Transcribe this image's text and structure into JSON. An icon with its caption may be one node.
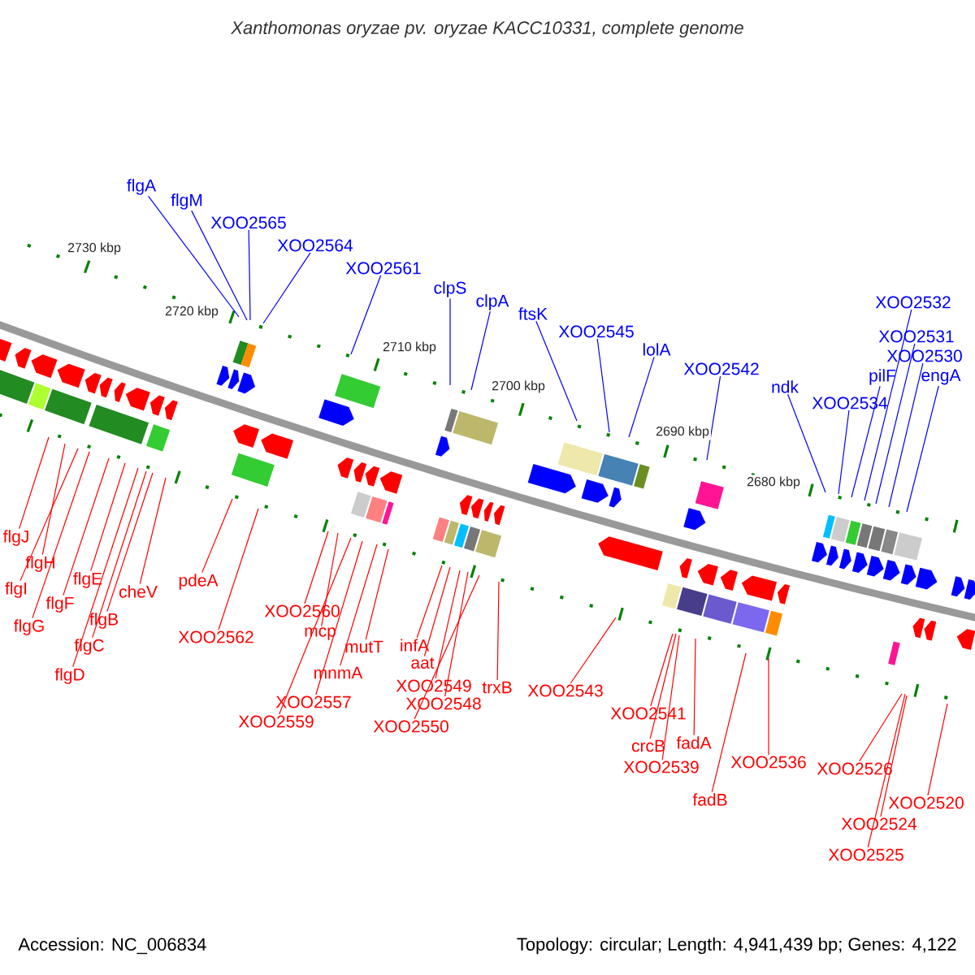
{
  "diagram": {
    "title": "Xanthomonas oryzae pv. oryzae KACC10331, complete genome",
    "nodes": [
      {
        "text": [
          "flgA"
        ]
      },
      {
        "text": [
          "flgM"
        ]
      },
      {
        "text": [
          "XOO2565"
        ]
      },
      {
        "text": [
          "XOO2564"
        ]
      },
      {
        "text": [
          "XOO2561"
        ]
      },
      {
        "text": [
          "clpS"
        ]
      },
      {
        "text": [
          "clpA"
        ]
      },
      {
        "text": [
          "ftsK"
        ]
      },
      {
        "text": [
          "XOO2545"
        ]
      },
      {
        "text": [
          "lolA"
        ]
      },
      {
        "text": [
          "XOO2542"
        ]
      },
      {
        "text": [
          "ndk"
        ]
      },
      {
        "text": [
          "XOO2534"
        ]
      },
      {
        "text": [
          "pilF"
        ]
      },
      {
        "text": [
          "XOO2532"
        ]
      },
      {
        "text": [
          "XOO2531"
        ]
      },
      {
        "text": [
          "XOO2530"
        ]
      },
      {
        "text": [
          "engA"
        ]
      },
      {
        "text": [
          "flgJ"
        ]
      },
      {
        "text": [
          "flgH"
        ]
      },
      {
        "text": [
          "flgI"
        ]
      },
      {
        "text": [
          "flgG"
        ]
      },
      {
        "text": [
          "flgF"
        ]
      },
      {
        "text": [
          "flgE"
        ]
      },
      {
        "text": [
          "flgB"
        ]
      },
      {
        "text": [
          "flgC"
        ]
      },
      {
        "text": [
          "flgD"
        ]
      },
      {
        "text": [
          "cheV"
        ]
      },
      {
        "text": [
          "pdeA"
        ]
      },
      {
        "text": [
          "XOO2562"
        ]
      },
      {
        "text": [
          "XOO2560"
        ]
      },
      {
        "text": [
          "mcp"
        ]
      },
      {
        "text": [
          "XOO2559"
        ]
      },
      {
        "text": [
          "XOO2557"
        ]
      },
      {
        "text": [
          "mnmA"
        ]
      },
      {
        "text": [
          "mutT"
        ]
      },
      {
        "text": [
          "infA"
        ]
      },
      {
        "text": [
          "aat"
        ]
      },
      {
        "text": [
          "XOO2549"
        ]
      },
      {
        "text": [
          "XOO2548"
        ]
      },
      {
        "text": [
          "XOO2550"
        ]
      },
      {
        "text": [
          "trxB"
        ]
      },
      {
        "text": [
          "XOO2543"
        ]
      },
      {
        "text": [
          "XOO2541"
        ]
      },
      {
        "text": [
          "crcB"
        ]
      },
      {
        "text": [
          "XOO2539"
        ]
      },
      {
        "text": [
          "fadA"
        ]
      },
      {
        "text": [
          "fadB"
        ]
      },
      {
        "text": [
          "XOO2536"
        ]
      },
      {
        "text": [
          "XOO2526"
        ]
      },
      {
        "text": [
          "XOO2524"
        ]
      },
      {
        "text": [
          "XOO2525"
        ]
      },
      {
        "text": [
          "XOO2520"
        ]
      }
    ],
    "edges": [
      {
        "from": 0,
        "to": null,
        "arrow": "none",
        "color": "#0000ff"
      },
      {
        "from": 1,
        "to": null,
        "arrow": "none",
        "color": "#0000ff"
      },
      {
        "from": 2,
        "to": null,
        "arrow": "none",
        "color": "#0000ff"
      },
      {
        "from": 3,
        "to": null,
        "arrow": "none",
        "color": "#0000ff"
      },
      {
        "from": 4,
        "to": null,
        "arrow": "none",
        "color": "#0000ff"
      },
      {
        "from": 5,
        "to": null,
        "arrow": "none",
        "color": "#0000ff"
      },
      {
        "from": 6,
        "to": null,
        "arrow": "none",
        "color": "#0000ff"
      },
      {
        "from": 7,
        "to": null,
        "arrow": "none",
        "color": "#0000ff"
      },
      {
        "from": 8,
        "to": null,
        "arrow": "none",
        "color": "#0000ff"
      },
      {
        "from": 9,
        "to": null,
        "arrow": "none",
        "color": "#0000ff"
      },
      {
        "from": 10,
        "to": null,
        "arrow": "none",
        "color": "#0000ff"
      },
      {
        "from": 11,
        "to": null,
        "arrow": "none",
        "color": "#0000ff"
      },
      {
        "from": 12,
        "to": null,
        "arrow": "none",
        "color": "#0000ff"
      },
      {
        "from": 13,
        "to": null,
        "arrow": "none",
        "color": "#0000ff"
      },
      {
        "from": 14,
        "to": null,
        "arrow": "none",
        "color": "#0000ff"
      },
      {
        "from": 15,
        "to": null,
        "arrow": "none",
        "color": "#0000ff"
      },
      {
        "from": 16,
        "to": null,
        "arrow": "none",
        "color": "#0000ff"
      },
      {
        "from": 17,
        "to": null,
        "arrow": "none",
        "color": "#0000ff"
      },
      {
        "from": 18,
        "to": null,
        "arrow": "none"
      },
      {
        "from": 19,
        "to": null,
        "arrow": "none"
      },
      {
        "from": 20,
        "to": null,
        "arrow": "none"
      },
      {
        "from": 21,
        "to": null,
        "arrow": "none"
      },
      {
        "from": 22,
        "to": null,
        "arrow": "none"
      },
      {
        "from": 23,
        "to": null,
        "arrow": "none"
      },
      {
        "from": 24,
        "to": null,
        "arrow": "none"
      },
      {
        "from": 25,
        "to": null,
        "arrow": "none"
      },
      {
        "from": 26,
        "to": null,
        "arrow": "none"
      },
      {
        "from": 27,
        "to": null,
        "arrow": "none"
      },
      {
        "from": 28,
        "to": null,
        "arrow": "none"
      },
      {
        "from": 29,
        "to": null,
        "arrow": "none"
      },
      {
        "from": 30,
        "to": null,
        "arrow": "none"
      },
      {
        "from": 31,
        "to": null,
        "arrow": "none"
      },
      {
        "from": 32,
        "to": null,
        "arrow": "none"
      },
      {
        "from": 33,
        "to": null,
        "arrow": "none"
      },
      {
        "from": 34,
        "to": null,
        "arrow": "none"
      },
      {
        "from": 35,
        "to": null,
        "arrow": "none"
      },
      {
        "from": 36,
        "to": null,
        "arrow": "none"
      },
      {
        "from": 37,
        "to": null,
        "arrow": "none"
      },
      {
        "from": 38,
        "to": null,
        "arrow": "none"
      },
      {
        "from": 39,
        "to": null,
        "arrow": "none"
      },
      {
        "from": 40,
        "to": null,
        "arrow": "none"
      },
      {
        "from": 41,
        "to": null,
        "arrow": "none"
      },
      {
        "from": 42,
        "to": null,
        "arrow": "none"
      },
      {
        "from": 43,
        "to": null,
        "arrow": "none"
      },
      {
        "from": 44,
        "to": null,
        "arrow": "none"
      },
      {
        "from": 45,
        "to": null,
        "arrow": "none"
      },
      {
        "from": 46,
        "to": null,
        "arrow": "none"
      },
      {
        "from": 47,
        "to": null,
        "arrow": "none"
      },
      {
        "from": 48,
        "to": null,
        "arrow": "none"
      },
      {
        "from": 49,
        "to": null,
        "arrow": "none"
      },
      {
        "from": 50,
        "to": null,
        "arrow": "none"
      },
      {
        "from": 51,
        "to": null,
        "arrow": "none"
      },
      {
        "from": 52,
        "to": null,
        "arrow": "none"
      }
    ],
    "labels": [
      "2730 kbp",
      "2720 kbp",
      "2710 kbp",
      "2700 kbp",
      "2690 kbp",
      "2680 kbp",
      "Accession: NC_006834",
      "Topology: circular; Length: 4,941,439 bp; Genes: 4,122"
    ]
  }
}
